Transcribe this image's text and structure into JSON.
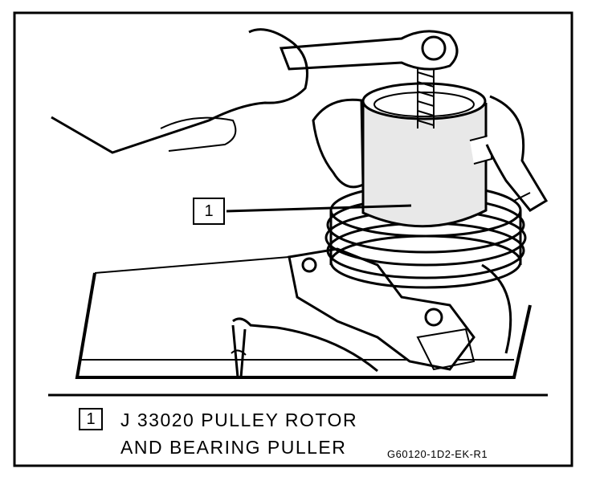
{
  "callout": {
    "number": "1"
  },
  "caption": {
    "number": "1",
    "line1": "J 33020 PULLEY ROTOR",
    "line2": "AND BEARING PULLER"
  },
  "figure_code": "G60120-1D2-EK-R1"
}
